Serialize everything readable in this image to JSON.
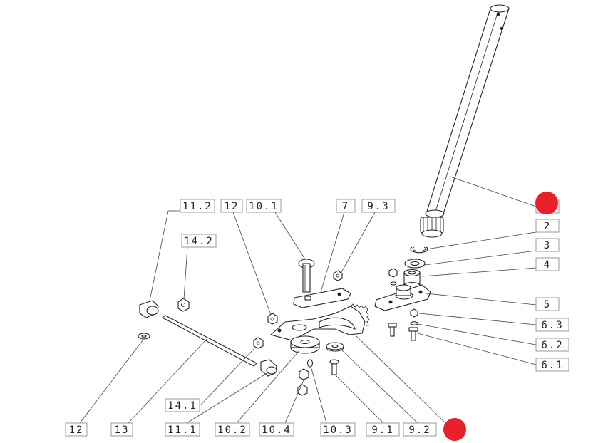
{
  "diagram": {
    "callouts": [
      {
        "id": "c-1",
        "label": "",
        "marker": true
      },
      {
        "id": "c-2",
        "label": "2"
      },
      {
        "id": "c-3",
        "label": "3"
      },
      {
        "id": "c-4",
        "label": "4"
      },
      {
        "id": "c-5",
        "label": "5"
      },
      {
        "id": "c-6-3",
        "label": "6.3"
      },
      {
        "id": "c-6-2",
        "label": "6.2"
      },
      {
        "id": "c-6-1",
        "label": "6.1"
      },
      {
        "id": "c-7",
        "label": "7"
      },
      {
        "id": "c-9-3",
        "label": "9.3"
      },
      {
        "id": "c-10-1",
        "label": "10.1"
      },
      {
        "id": "c-12a",
        "label": "12"
      },
      {
        "id": "c-11-2",
        "label": "11.2"
      },
      {
        "id": "c-14-2",
        "label": "14.2"
      },
      {
        "id": "c-12b",
        "label": "12"
      },
      {
        "id": "c-13",
        "label": "13"
      },
      {
        "id": "c-14-1",
        "label": "14.1"
      },
      {
        "id": "c-11-1",
        "label": "11.1"
      },
      {
        "id": "c-10-2",
        "label": "10.2"
      },
      {
        "id": "c-10-4",
        "label": "10.4"
      },
      {
        "id": "c-10-3",
        "label": "10.3"
      },
      {
        "id": "c-9-1",
        "label": "9.1"
      },
      {
        "id": "c-9-2",
        "label": "9.2"
      }
    ],
    "colors": {
      "marker": "#e8202a",
      "line": "#222222",
      "label_border": "#9a9a9a"
    }
  }
}
